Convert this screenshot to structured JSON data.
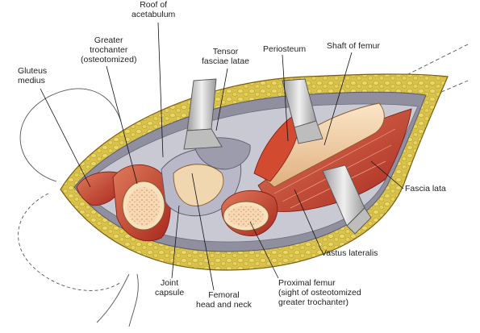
{
  "labels": {
    "roof_of_acetabulum": [
      "Roof of",
      "acetabulum"
    ],
    "greater_trochanter": [
      "Greater",
      "trochanter",
      "(osteotomized)"
    ],
    "gluteus_medius": [
      "Gluteus",
      "medius"
    ],
    "tensor_fasciae_latae": [
      "Tensor",
      "fasciae latae"
    ],
    "periosteum": [
      "Periosteum"
    ],
    "shaft_of_femur": [
      "Shaft of femur"
    ],
    "fascia_lata": [
      "Fascia lata"
    ],
    "vastus_lateralis": [
      "Vastus lateralis"
    ],
    "joint_capsule": [
      "Joint",
      "capsule"
    ],
    "femoral_head_neck": [
      "Femoral",
      "head and neck"
    ],
    "proximal_femur": [
      "Proximal femur",
      "(sight of osteotomized",
      "greater trochanter)"
    ]
  },
  "colors": {
    "fat": "#d8c24a",
    "skin_edge": "#8a6a1a",
    "muscle": "#c0392b",
    "muscle_light": "#e27a5a",
    "bone": "#f2d2a8",
    "marrow": "#e9c08a",
    "capsule": "#a7a7b5",
    "retractor": "#cfcfcf"
  }
}
